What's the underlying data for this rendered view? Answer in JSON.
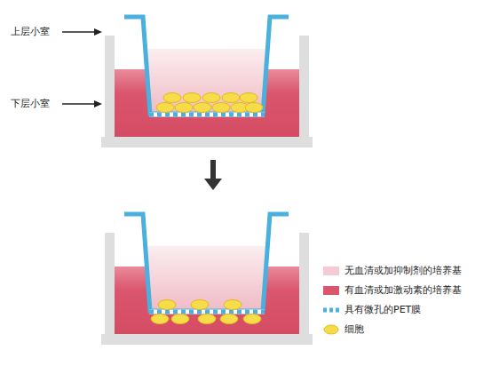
{
  "diagram": {
    "labels": [
      "上层小室",
      "下层小室"
    ],
    "legend": [
      {
        "text": "无血清或加抑制剂的培养基",
        "color": "#f4cbd3"
      },
      {
        "text": "有血清或加激动素的培养基",
        "color": "#d9566d"
      },
      {
        "text": "具有微孔的PET膜"
      },
      {
        "text": "细胞"
      }
    ]
  }
}
